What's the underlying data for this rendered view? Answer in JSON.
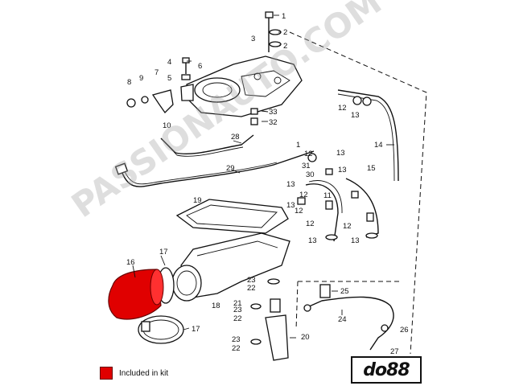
{
  "watermark": "PASSIONAUTO.COM",
  "legend": {
    "text": "Included in kit",
    "color": "#e00000"
  },
  "logo": "do88",
  "callouts": {
    "n1": "1",
    "n2a": "2",
    "n2b": "2",
    "n3": "3",
    "n4": "4",
    "n5": "5",
    "n6": "6",
    "n7": "7",
    "n8": "8",
    "n9": "9",
    "n10": "10",
    "n11": "11",
    "n12a": "12",
    "n12b": "12",
    "n12c": "12",
    "n12d": "12",
    "n13a": "13",
    "n13b": "13",
    "n13c": "13",
    "n13d": "13",
    "n13e": "13",
    "n13f": "13",
    "n14": "14",
    "n15": "15",
    "n16": "16",
    "n17a": "17",
    "n17b": "17",
    "n18": "18",
    "n19": "19",
    "n20": "20",
    "n21": "21",
    "n22a": "22",
    "n22b": "22",
    "n22c": "22",
    "n23a": "23",
    "n23b": "23",
    "n23c": "23",
    "n24": "24",
    "n25": "25",
    "n26": "26",
    "n27": "27",
    "n28": "28",
    "n29": "29",
    "n30": "30",
    "n31": "31",
    "n32": "32",
    "n33": "33"
  }
}
